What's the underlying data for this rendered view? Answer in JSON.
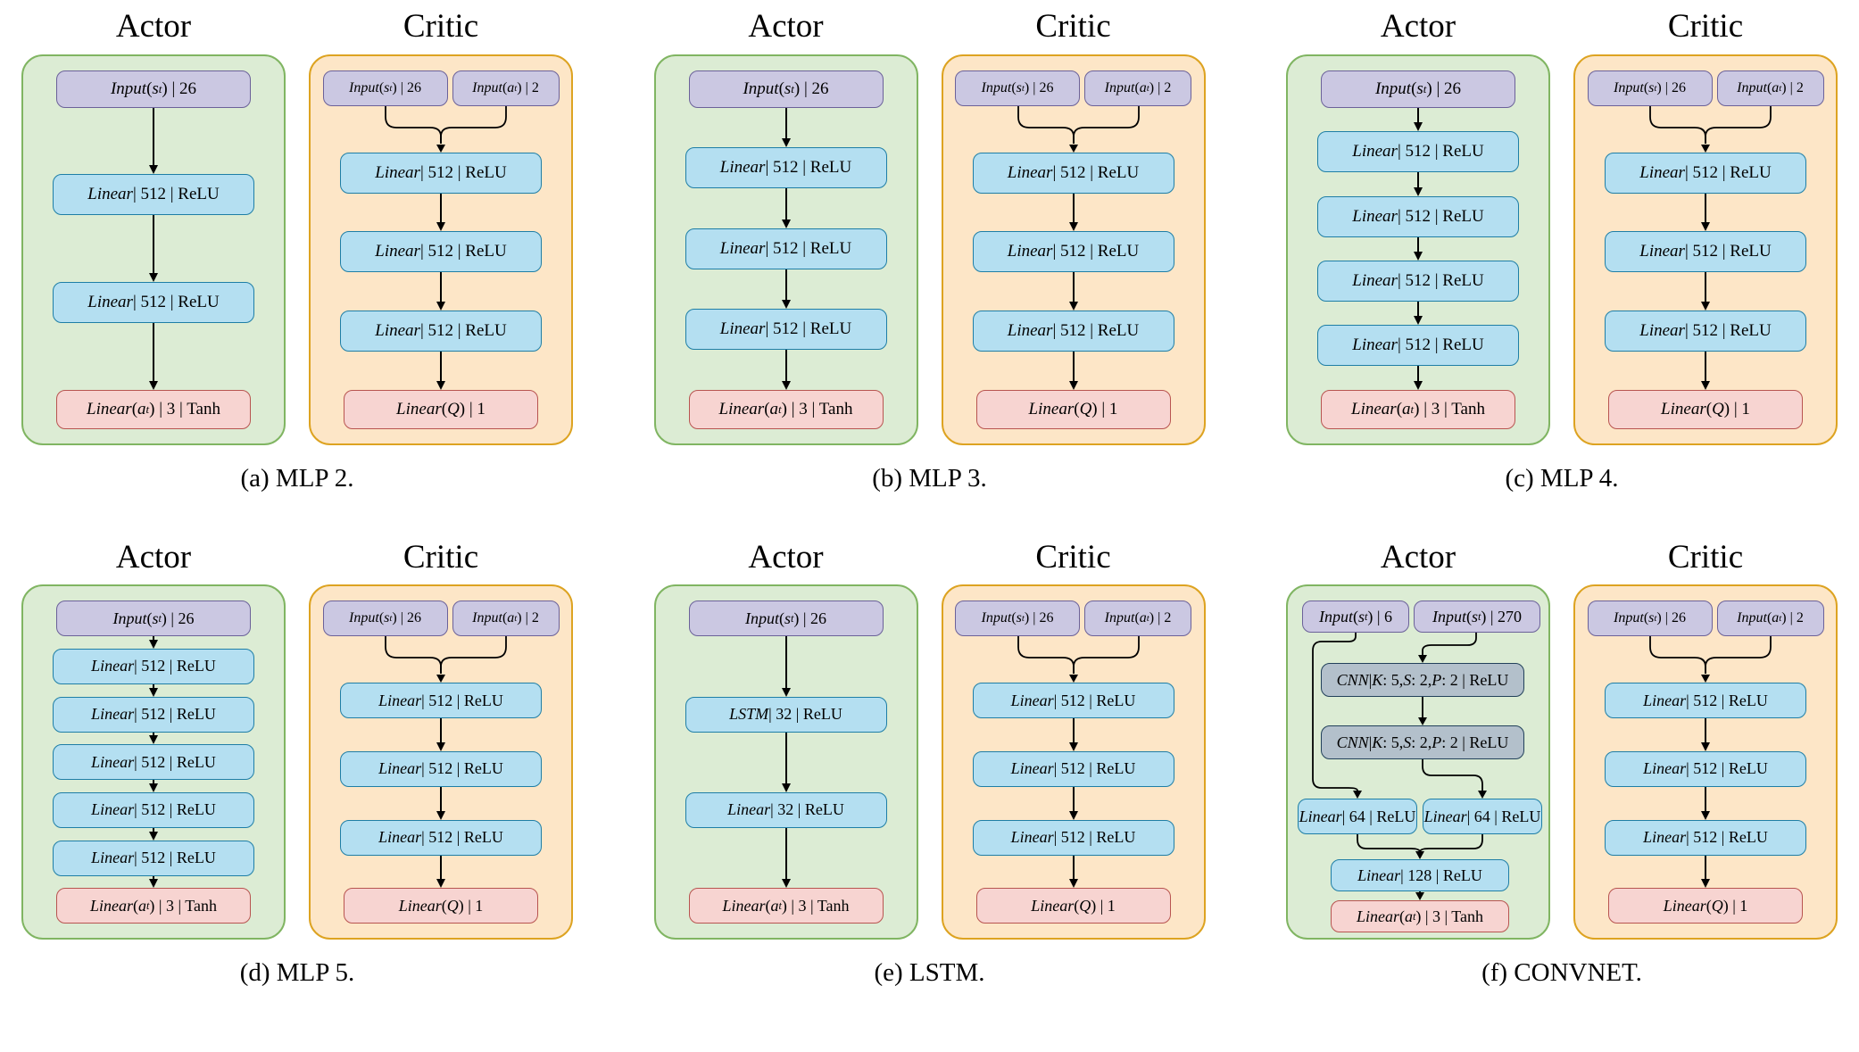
{
  "colors": {
    "actor_panel_fill": "#dcecd4",
    "actor_panel_border": "#80b562",
    "critic_panel_fill": "#fde6c7",
    "critic_panel_border": "#dda321",
    "input_fill": "#cbc8e2",
    "input_border": "#6b6199",
    "linear_fill": "#b4dff1",
    "linear_border": "#1e7ea6",
    "cnn_fill": "#b3c0cb",
    "cnn_border": "#22415a",
    "output_fill": "#f7d4d1",
    "output_border": "#b85450",
    "arrow": "#000000"
  },
  "figures": [
    {
      "name": "mlp2",
      "caption": "(a) MLP 2.",
      "actor": {
        "title": "Actor",
        "type": "stack",
        "nodes": [
          {
            "kind": "input",
            "label": "Input(s_t) | 26"
          },
          {
            "kind": "linear",
            "label": "Linear | 512 | ReLU"
          },
          {
            "kind": "linear",
            "label": "Linear | 512 | ReLU"
          },
          {
            "kind": "output",
            "label": "Linear(a_t) | 3 | Tanh"
          }
        ]
      },
      "critic": {
        "title": "Critic",
        "type": "merge",
        "inputs": [
          {
            "kind": "input",
            "label": "Input(s_t) | 26"
          },
          {
            "kind": "input",
            "label": "Input(a_t) | 2"
          }
        ],
        "nodes": [
          {
            "kind": "linear",
            "label": "Linear | 512 | ReLU"
          },
          {
            "kind": "linear",
            "label": "Linear | 512 | ReLU"
          },
          {
            "kind": "linear",
            "label": "Linear | 512 | ReLU"
          },
          {
            "kind": "output",
            "label": "Linear(Q) | 1"
          }
        ]
      }
    },
    {
      "name": "mlp3",
      "caption": "(b) MLP 3.",
      "actor": {
        "title": "Actor",
        "type": "stack",
        "nodes": [
          {
            "kind": "input",
            "label": "Input(s_t) | 26"
          },
          {
            "kind": "linear",
            "label": "Linear | 512 | ReLU"
          },
          {
            "kind": "linear",
            "label": "Linear | 512 | ReLU"
          },
          {
            "kind": "linear",
            "label": "Linear | 512 | ReLU"
          },
          {
            "kind": "output",
            "label": "Linear(a_t) | 3 | Tanh"
          }
        ]
      },
      "critic": {
        "title": "Critic",
        "type": "merge",
        "inputs": [
          {
            "kind": "input",
            "label": "Input(s_t) | 26"
          },
          {
            "kind": "input",
            "label": "Input(a_t) | 2"
          }
        ],
        "nodes": [
          {
            "kind": "linear",
            "label": "Linear | 512 | ReLU"
          },
          {
            "kind": "linear",
            "label": "Linear | 512 | ReLU"
          },
          {
            "kind": "linear",
            "label": "Linear | 512 | ReLU"
          },
          {
            "kind": "output",
            "label": "Linear(Q) | 1"
          }
        ]
      }
    },
    {
      "name": "mlp4",
      "caption": "(c) MLP 4.",
      "actor": {
        "title": "Actor",
        "type": "stack",
        "nodes": [
          {
            "kind": "input",
            "label": "Input(s_t) | 26"
          },
          {
            "kind": "linear",
            "label": "Linear | 512 | ReLU"
          },
          {
            "kind": "linear",
            "label": "Linear | 512 | ReLU"
          },
          {
            "kind": "linear",
            "label": "Linear | 512 | ReLU"
          },
          {
            "kind": "linear",
            "label": "Linear | 512 | ReLU"
          },
          {
            "kind": "output",
            "label": "Linear(a_t) | 3 | Tanh"
          }
        ]
      },
      "critic": {
        "title": "Critic",
        "type": "merge",
        "inputs": [
          {
            "kind": "input",
            "label": "Input(s_t) | 26"
          },
          {
            "kind": "input",
            "label": "Input(a_t) | 2"
          }
        ],
        "nodes": [
          {
            "kind": "linear",
            "label": "Linear | 512 | ReLU"
          },
          {
            "kind": "linear",
            "label": "Linear | 512 | ReLU"
          },
          {
            "kind": "linear",
            "label": "Linear | 512 | ReLU"
          },
          {
            "kind": "output",
            "label": "Linear(Q) | 1"
          }
        ]
      }
    },
    {
      "name": "mlp5",
      "caption": "(d) MLP 5.",
      "actor": {
        "title": "Actor",
        "type": "stack",
        "nodes": [
          {
            "kind": "input",
            "label": "Input(s_t) | 26"
          },
          {
            "kind": "linear",
            "label": "Linear | 512 | ReLU"
          },
          {
            "kind": "linear",
            "label": "Linear | 512 | ReLU"
          },
          {
            "kind": "linear",
            "label": "Linear | 512 | ReLU"
          },
          {
            "kind": "linear",
            "label": "Linear | 512 | ReLU"
          },
          {
            "kind": "linear",
            "label": "Linear | 512 | ReLU"
          },
          {
            "kind": "output",
            "label": "Linear(a_t) | 3 | Tanh"
          }
        ]
      },
      "critic": {
        "title": "Critic",
        "type": "merge",
        "inputs": [
          {
            "kind": "input",
            "label": "Input(s_t) | 26"
          },
          {
            "kind": "input",
            "label": "Input(a_t) | 2"
          }
        ],
        "nodes": [
          {
            "kind": "linear",
            "label": "Linear | 512 | ReLU"
          },
          {
            "kind": "linear",
            "label": "Linear | 512 | ReLU"
          },
          {
            "kind": "linear",
            "label": "Linear | 512 | ReLU"
          },
          {
            "kind": "output",
            "label": "Linear(Q) | 1"
          }
        ]
      }
    },
    {
      "name": "lstm",
      "caption": "(e) LSTM.",
      "actor": {
        "title": "Actor",
        "type": "stack",
        "nodes": [
          {
            "kind": "input",
            "label": "Input(s_t) | 26"
          },
          {
            "kind": "linear",
            "label": "LSTM | 32 | ReLU"
          },
          {
            "kind": "linear",
            "label": "Linear | 32 | ReLU"
          },
          {
            "kind": "output",
            "label": "Linear(a_t) | 3 | Tanh"
          }
        ]
      },
      "critic": {
        "title": "Critic",
        "type": "merge",
        "inputs": [
          {
            "kind": "input",
            "label": "Input(s_t) | 26"
          },
          {
            "kind": "input",
            "label": "Input(a_t) | 2"
          }
        ],
        "nodes": [
          {
            "kind": "linear",
            "label": "Linear | 512 | ReLU"
          },
          {
            "kind": "linear",
            "label": "Linear | 512 | ReLU"
          },
          {
            "kind": "linear",
            "label": "Linear | 512 | ReLU"
          },
          {
            "kind": "output",
            "label": "Linear(Q) | 1"
          }
        ]
      }
    },
    {
      "name": "convnet",
      "caption": "(f) CONVNET.",
      "actor": {
        "title": "Actor",
        "type": "convnet",
        "inputs": [
          {
            "kind": "input",
            "label": "Input(s_t) | 6"
          },
          {
            "kind": "input",
            "label": "Input(s_t) | 270"
          }
        ],
        "cnn_layers": [
          {
            "kind": "cnn",
            "label": "CNN | K : 5, S : 2, P : 2 | ReLU"
          },
          {
            "kind": "cnn",
            "label": "CNN | K : 5, S : 2, P : 2 | ReLU"
          }
        ],
        "branch_layers": [
          {
            "kind": "linear",
            "label": "Linear | 64 | ReLU"
          },
          {
            "kind": "linear",
            "label": "Linear | 64 | ReLU"
          }
        ],
        "fusion_layer": {
          "kind": "linear",
          "label": "Linear | 128 | ReLU"
        },
        "output": {
          "kind": "output",
          "label": "Linear(a_t) | 3 | Tanh"
        }
      },
      "critic": {
        "title": "Critic",
        "type": "merge",
        "inputs": [
          {
            "kind": "input",
            "label": "Input(s_t) | 26"
          },
          {
            "kind": "input",
            "label": "Input(a_t) | 2"
          }
        ],
        "nodes": [
          {
            "kind": "linear",
            "label": "Linear | 512 | ReLU"
          },
          {
            "kind": "linear",
            "label": "Linear | 512 | ReLU"
          },
          {
            "kind": "linear",
            "label": "Linear | 512 | ReLU"
          },
          {
            "kind": "output",
            "label": "Linear(Q) | 1"
          }
        ]
      }
    }
  ]
}
